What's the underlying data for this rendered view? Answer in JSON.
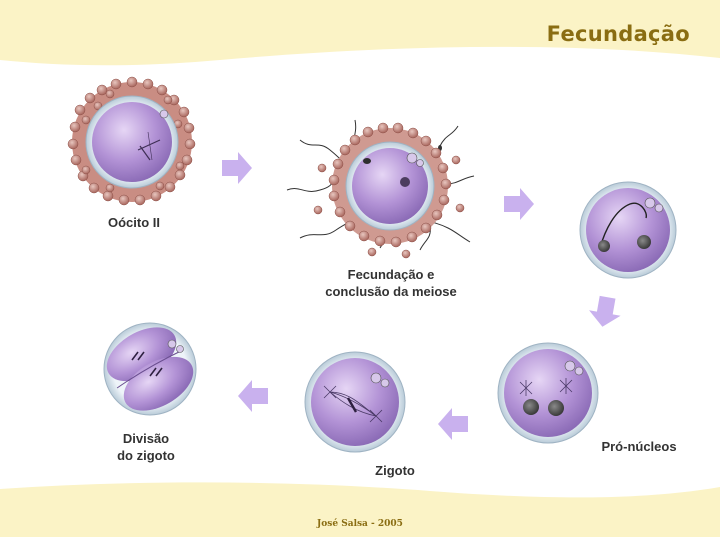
{
  "title": "Fecundação",
  "footer": "José Salsa - 2005",
  "stages": {
    "oocito": "Oócito II",
    "fecundacao_line1": "Fecundação e",
    "fecundacao_line2": "conclusão da meiose",
    "pronucleos": "Pró-núcleos",
    "zigoto": "Zigoto",
    "divisao_line1": "Divisão",
    "divisao_line2": "do zigoto"
  },
  "colors": {
    "band": "#fbf3c6",
    "title": "#8a6d12",
    "arrow": "#c9b1ee",
    "cytoplasm": "#a887cf",
    "zona": "#d9e6f0",
    "follicle": "#b87a6e"
  }
}
